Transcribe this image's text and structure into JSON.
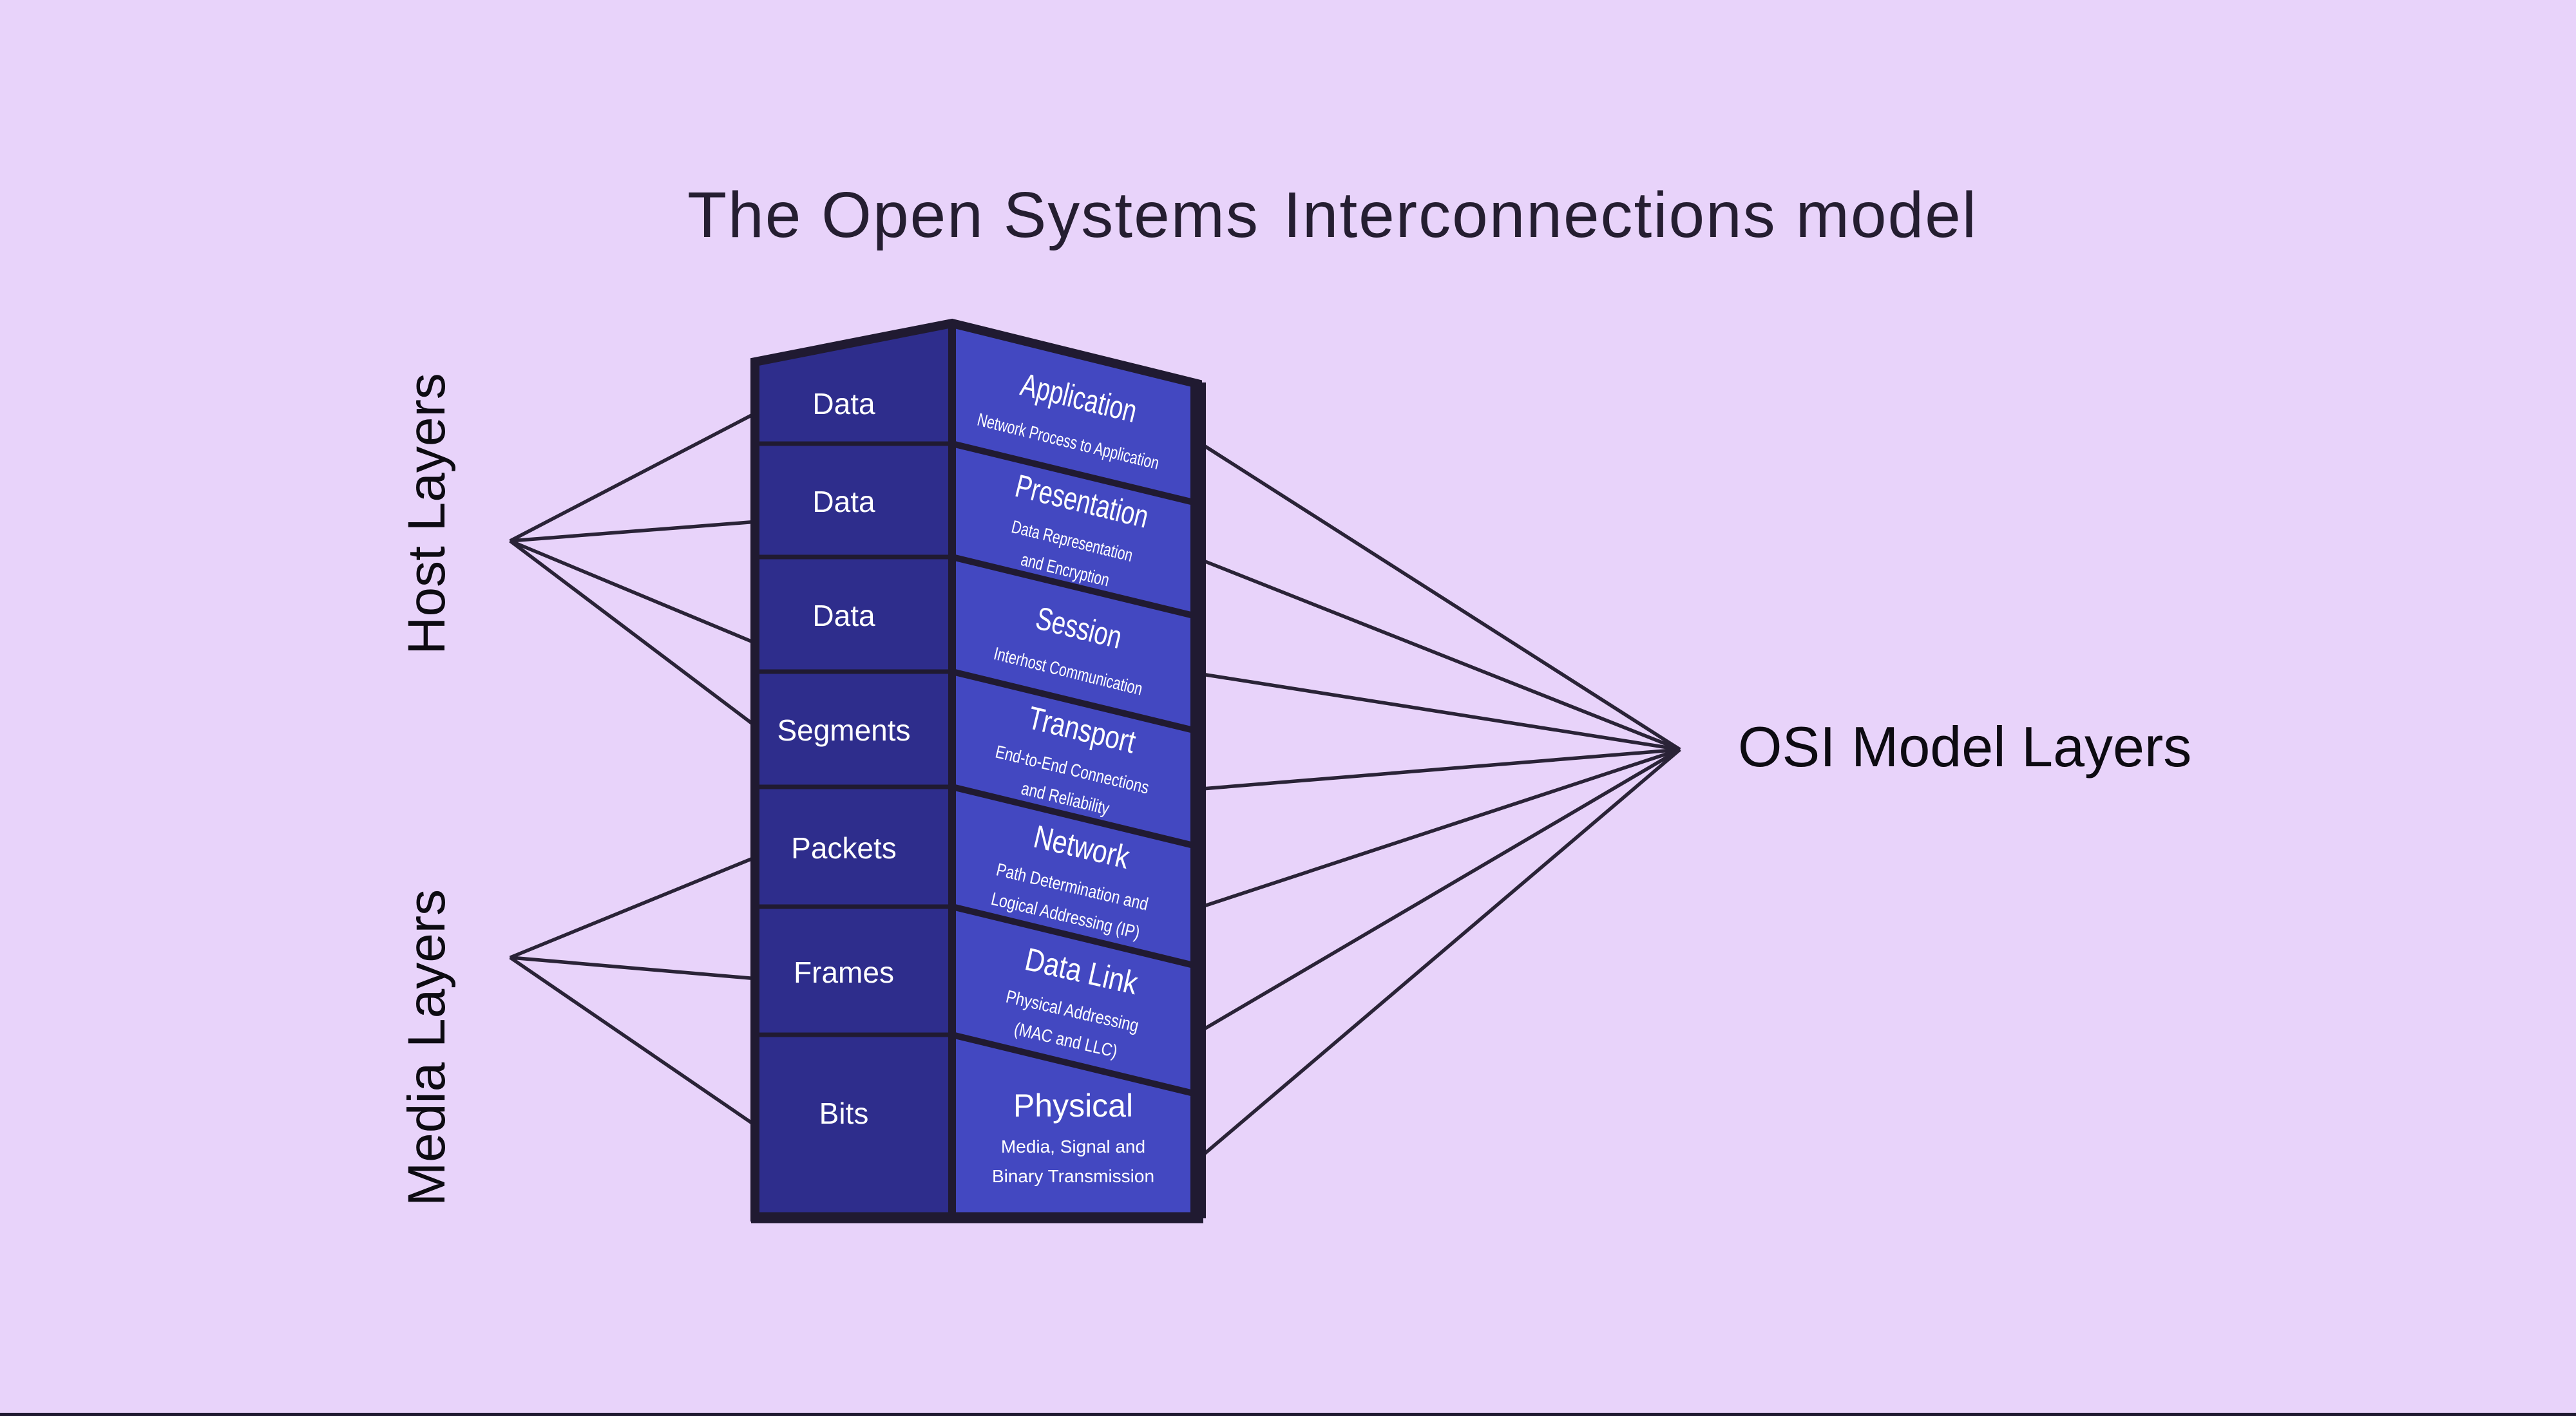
{
  "title": {
    "part1": "The Open Systems",
    "part2": "Interconnections model"
  },
  "side_labels": {
    "host": "Host Layers",
    "media": "Media Layers"
  },
  "right_label": "OSI Model Layers",
  "colors": {
    "background": "#E8D3FA",
    "tower_left_face": "#2E2D8C",
    "tower_right_face": "#4348C1",
    "outline": "#201A31",
    "fan_line": "#2A2337",
    "title_text": "#251E31",
    "side_label_text": "#0D0B12",
    "text_light": "#FFFFFF"
  },
  "tower": {
    "rows": [
      {
        "pdu": "Data",
        "layer": "Application",
        "desc": [
          "Network Process to Application"
        ]
      },
      {
        "pdu": "Data",
        "layer": "Presentation",
        "desc": [
          "Data Representation",
          "and Encryption"
        ]
      },
      {
        "pdu": "Data",
        "layer": "Session",
        "desc": [
          "Interhost Communication"
        ]
      },
      {
        "pdu": "Segments",
        "layer": "Transport",
        "desc": [
          "End-to-End Connections",
          "and Reliability"
        ]
      },
      {
        "pdu": "Packets",
        "layer": "Network",
        "desc": [
          "Path Determination and",
          "Logical Addressing (IP)"
        ]
      },
      {
        "pdu": "Frames",
        "layer": "Data Link",
        "desc": [
          "Physical Addressing",
          "(MAC and LLC)"
        ]
      },
      {
        "pdu": "Bits",
        "layer": "Physical",
        "desc": [
          "Media, Signal and",
          "Binary Transmission"
        ]
      }
    ],
    "groups": {
      "host_row_count": 4,
      "media_row_count": 3
    }
  }
}
